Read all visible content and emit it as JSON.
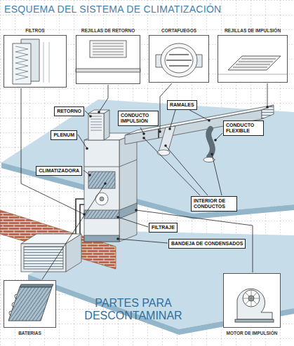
{
  "diagram": {
    "title": "ESQUEMA DEL SISTEMA DE CLIMATIZACIÓN",
    "nodes": [
      {
        "text": [
          "FILTROS"
        ]
      },
      {
        "text": [
          "REJILLAS DE RETORNO"
        ]
      },
      {
        "text": [
          "CORTAFUEGOS"
        ]
      },
      {
        "text": [
          "REJILLAS DE IMPULSIÓN"
        ]
      },
      {
        "text": [
          "RETORNO"
        ]
      },
      {
        "text": [
          "CONDUCTO IMPULSIÓN"
        ]
      },
      {
        "text": [
          "RAMALES"
        ]
      },
      {
        "text": [
          "PLENUM"
        ]
      },
      {
        "text": [
          "CONDUCTO FLEXIBLE"
        ]
      },
      {
        "text": [
          "CLIMATIZADORA"
        ]
      },
      {
        "text": [
          "INTERIOR DE CONDUCTOS"
        ]
      },
      {
        "text": [
          "FILTRAJE"
        ]
      },
      {
        "text": [
          "BANDEJA DE CONDENSADOS"
        ]
      },
      {
        "text": [
          "BATERIAS"
        ]
      },
      {
        "text": [
          "MOTOR DE IMPULSIÓN"
        ]
      }
    ],
    "labels": [
      "PARTES PARA DESCONTAMINAR"
    ]
  }
}
